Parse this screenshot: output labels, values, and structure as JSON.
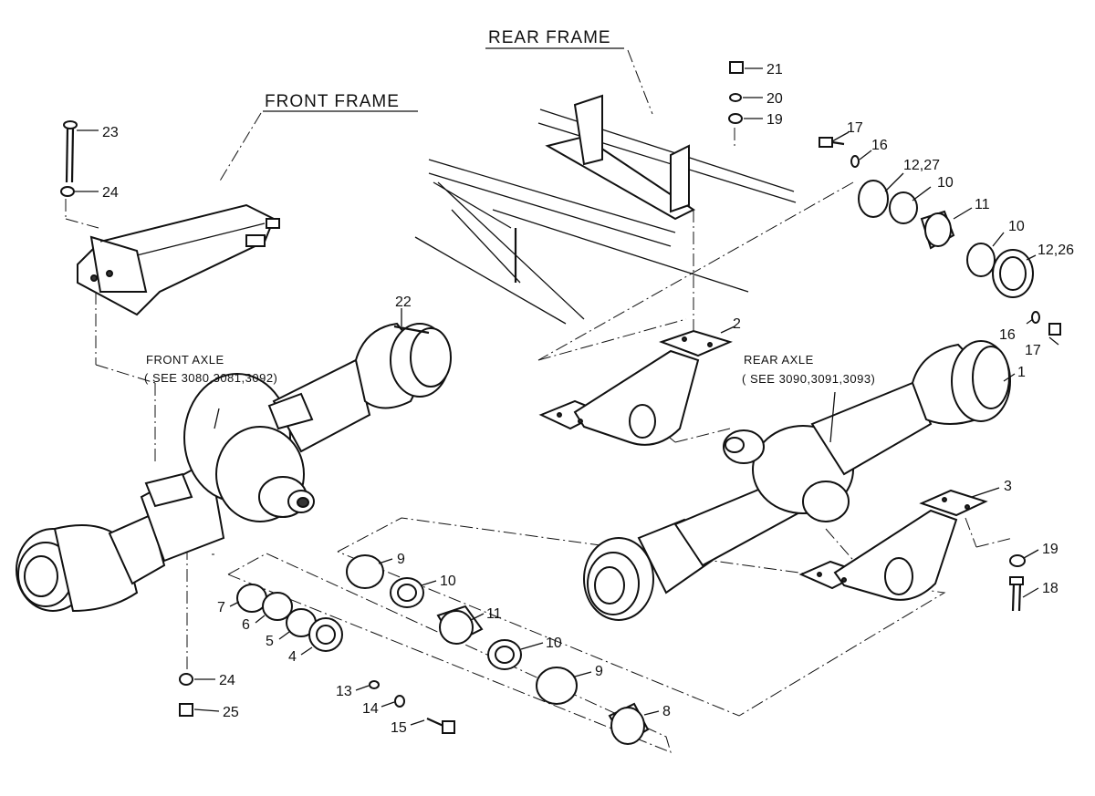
{
  "titles": {
    "rear_frame": "REAR FRAME",
    "front_frame": "FRONT FRAME"
  },
  "captions": {
    "front_axle_1": "FRONT AXLE",
    "front_axle_2": "( SEE 3080,3081,3092)",
    "rear_axle_1": "REAR AXLE",
    "rear_axle_2": "( SEE 3090,3091,3093)"
  },
  "callouts": {
    "c21": "21",
    "c20": "20",
    "c19a": "19",
    "c17a": "17",
    "c16a": "16",
    "c1227": "12,27",
    "c10a": "10",
    "c11a": "11",
    "c10b": "10",
    "c1226": "12,26",
    "c16b": "16",
    "c17b": "17",
    "c23": "23",
    "c24a": "24",
    "c22": "22",
    "c2": "2",
    "c1": "1",
    "c3": "3",
    "c19b": "19",
    "c18": "18",
    "c9a": "9",
    "c10c": "10",
    "c11b": "11",
    "c10d": "10",
    "c9b": "9",
    "c8": "8",
    "c7": "7",
    "c6": "6",
    "c5": "5",
    "c4": "4",
    "c13": "13",
    "c14": "14",
    "c15": "15",
    "c24b": "24",
    "c25": "25"
  }
}
